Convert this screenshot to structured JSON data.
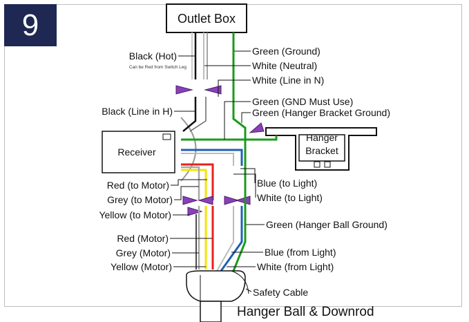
{
  "step_number": "9",
  "outlet_box_label": "Outlet Box",
  "receiver_label": "Receiver",
  "bracket_label_line1": "Hanger",
  "bracket_label_line2": "Bracket",
  "hanger_ball_label": "Hanger Ball & Downrod",
  "safety_cable_label": "Safety Cable",
  "labels_left": {
    "black_hot": "Black (Hot)",
    "black_hot_note": "Can be Red from Switch Leg",
    "black_line_h": "Black (Line in H)",
    "red_to_motor": "Red (to Motor)",
    "grey_to_motor": "Grey (to Motor)",
    "yellow_to_motor": "Yellow (to Motor)",
    "red_motor": "Red (Motor)",
    "grey_motor": "Grey (Motor)",
    "yellow_motor": "Yellow (Motor)"
  },
  "labels_right": {
    "green_ground": "Green (Ground)",
    "white_neutral": "White (Neutral)",
    "white_line_n": "White (Line in N)",
    "green_gnd_must": "Green (GND Must Use)",
    "green_bracket_ground": "Green (Hanger Bracket Ground)",
    "blue_to_light": "Blue (to Light)",
    "white_to_light": "White (to Light)",
    "green_ball_ground": "Green (Hanger Ball Ground)",
    "blue_from_light": "Blue (from Light)",
    "white_from_light": "White (from Light)"
  },
  "wire_colors": {
    "green": "#1a9a1a",
    "blue": "#1f5fb4",
    "red": "#e8201a",
    "yellow": "#f5e400",
    "grey": "#a8a8a8",
    "black": "#111111",
    "nut": "#8b3fb8"
  }
}
